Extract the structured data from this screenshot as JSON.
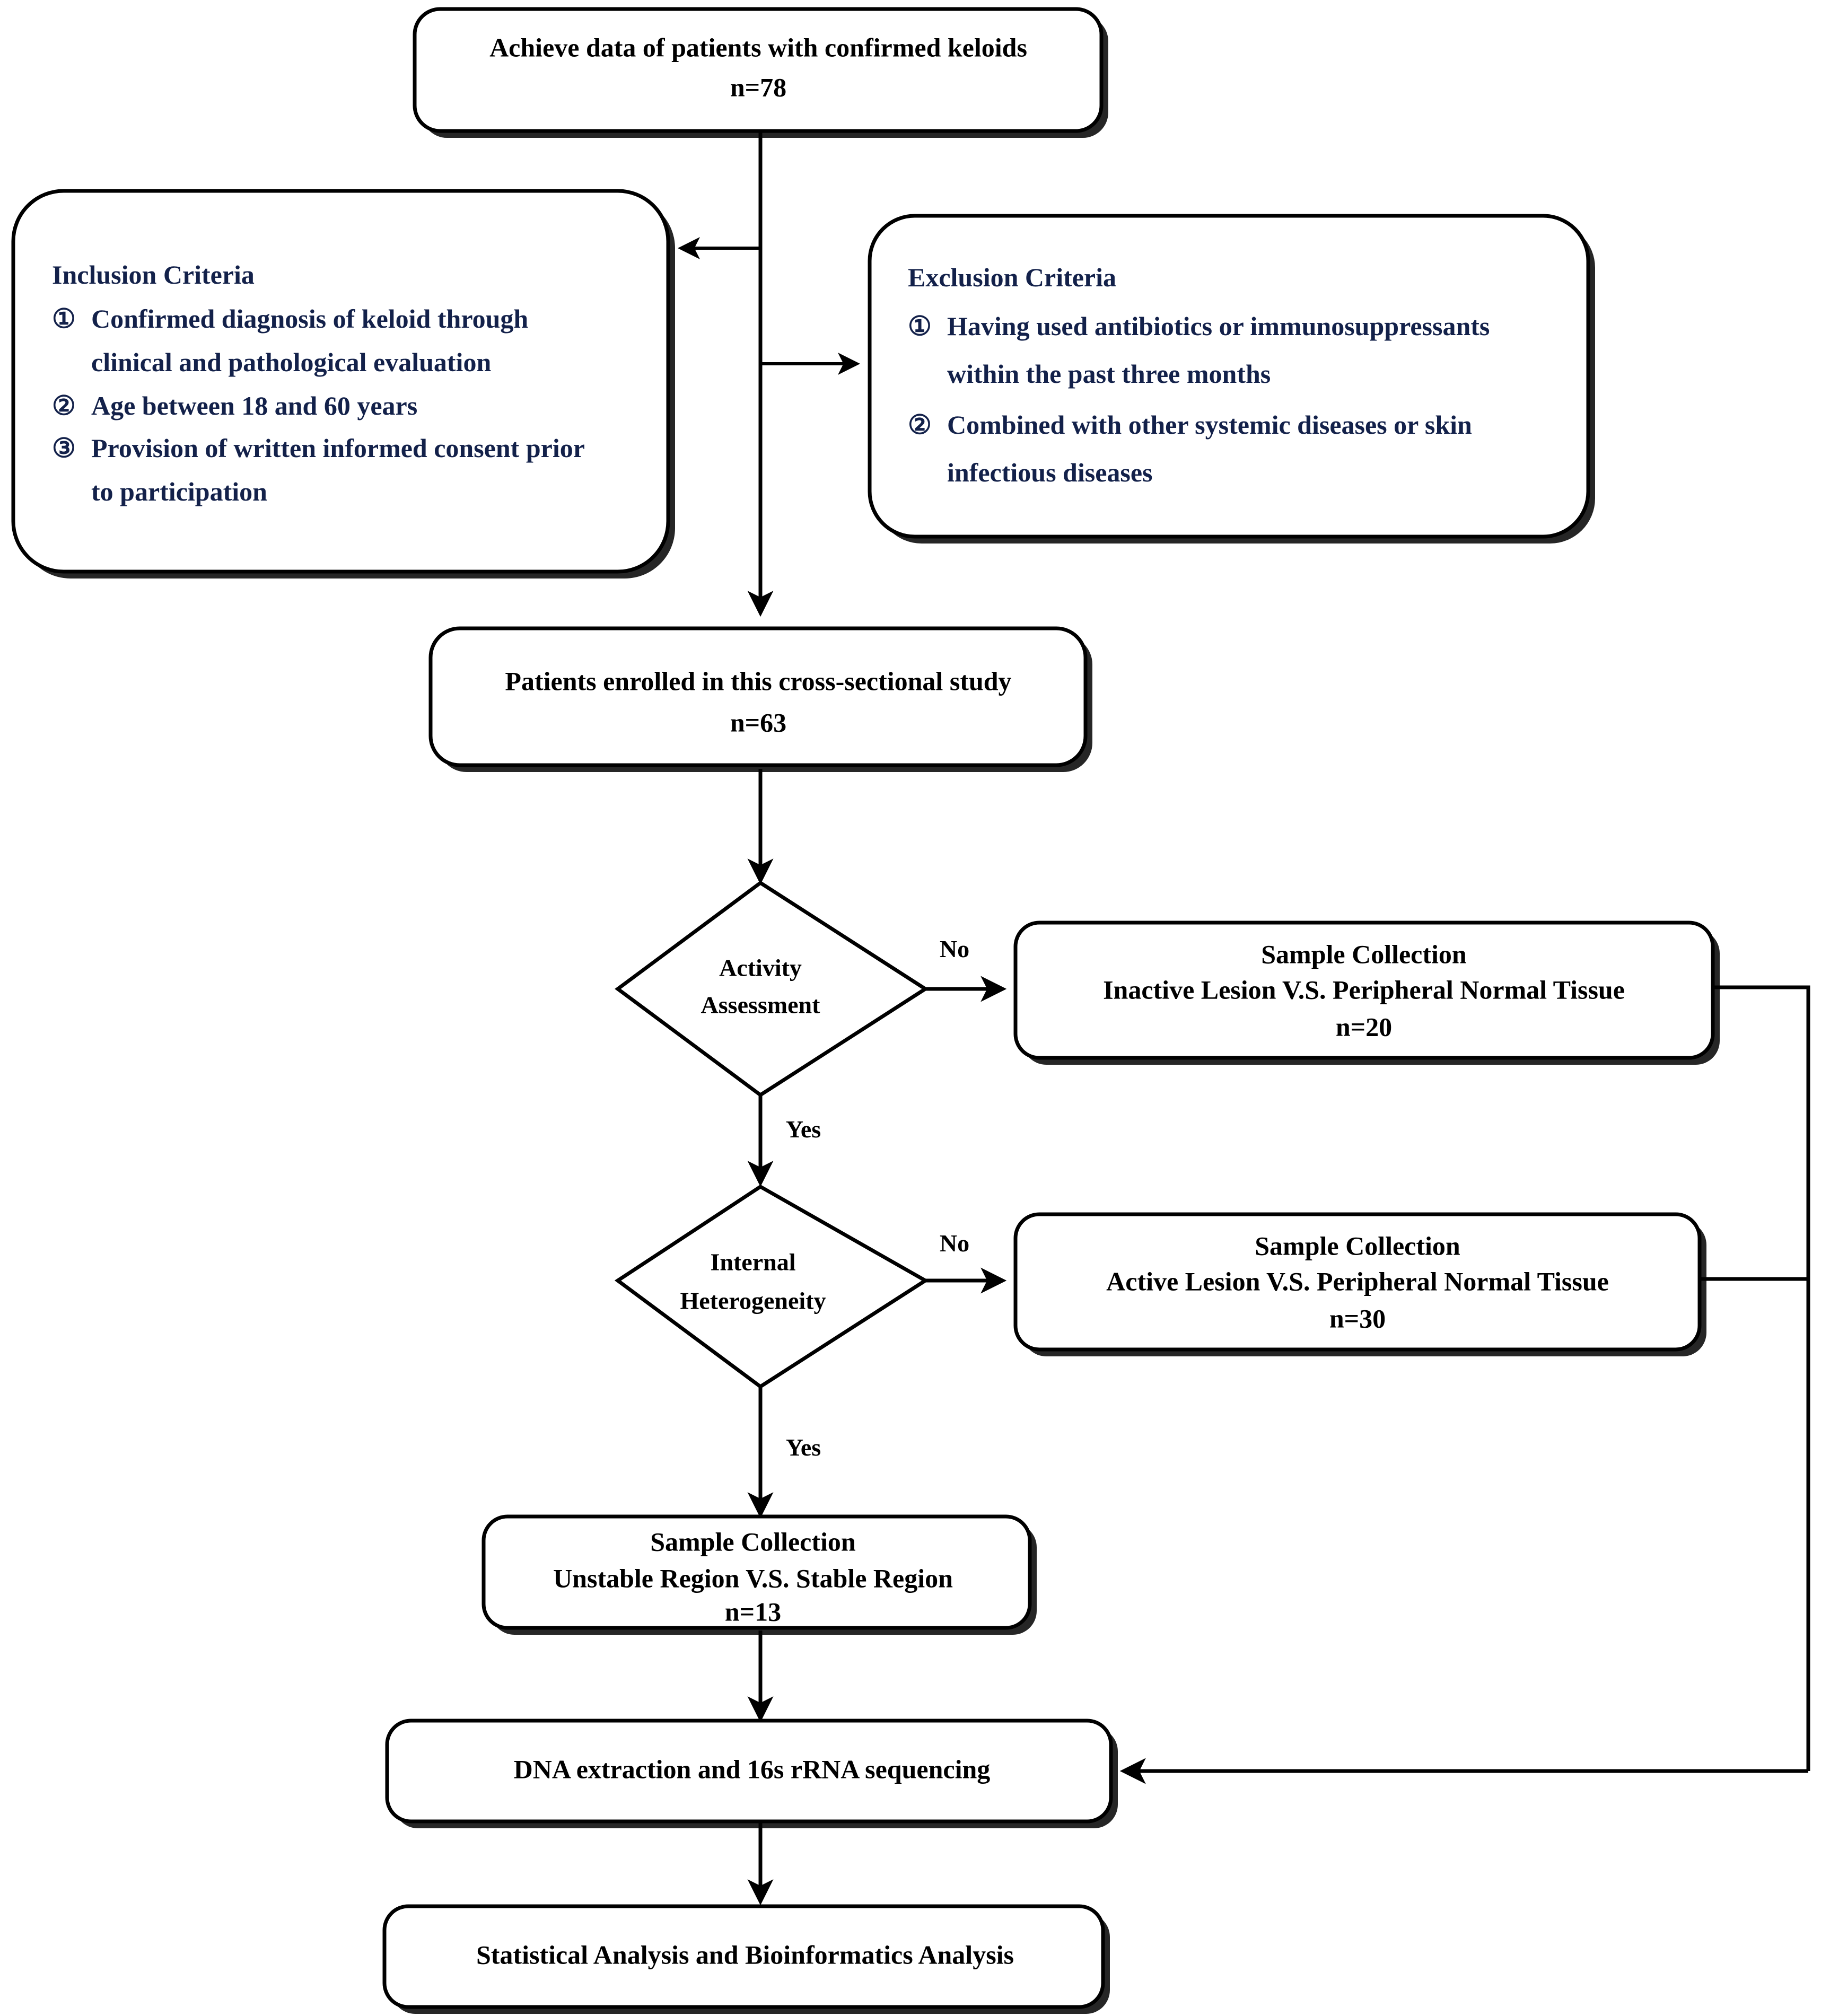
{
  "diagram": {
    "type": "flowchart",
    "title": "Study enrollment and sampling flowchart",
    "colors": {
      "stroke": "#000000",
      "box_fill": "#ffffff",
      "criteria_text": "#13214a",
      "node_text": "#000000"
    }
  },
  "nodes": {
    "source": {
      "line1": "Achieve data of patients with confirmed keloids",
      "line2": "n=78"
    },
    "inclusion": {
      "heading": "Inclusion Criteria",
      "items": [
        {
          "marker": "①",
          "line1": "Confirmed diagnosis of keloid through",
          "line2": "clinical and pathological evaluation"
        },
        {
          "marker": "②",
          "line1": "Age between 18 and 60 years",
          "line2": ""
        },
        {
          "marker": "③",
          "line1": "Provision of written informed consent prior",
          "line2": "to participation"
        }
      ]
    },
    "exclusion": {
      "heading": "Exclusion Criteria",
      "items": [
        {
          "marker": "①",
          "line1": "Having used antibiotics or immunosuppressants",
          "line2": "within the past three months"
        },
        {
          "marker": "②",
          "line1": "Combined with other systemic diseases or skin",
          "line2": "infectious diseases"
        }
      ]
    },
    "enrolled": {
      "line1": "Patients enrolled in this cross-sectional study",
      "line2": "n=63"
    },
    "activity_assessment": {
      "line1": "Activity",
      "line2": "Assessment"
    },
    "internal_heterogeneity": {
      "line1": "Internal",
      "line2": "Heterogeneity"
    },
    "sample_inactive": {
      "line1": "Sample Collection",
      "line2": "Inactive Lesion V.S. Peripheral Normal Tissue",
      "line3": "n=20"
    },
    "sample_active": {
      "line1": "Sample Collection",
      "line2": "Active Lesion V.S. Peripheral Normal Tissue",
      "line3": "n=30"
    },
    "sample_unstable": {
      "line1": "Sample Collection",
      "line2": "Unstable Region V.S. Stable Region",
      "line3": "n=13"
    },
    "dna_extraction": {
      "line1": "DNA extraction and 16s rRNA sequencing"
    },
    "statistical_analysis": {
      "line1": "Statistical Analysis and Bioinformatics Analysis"
    }
  },
  "edge_labels": {
    "activity_no": "No",
    "activity_yes": "Yes",
    "heterogeneity_no": "No",
    "heterogeneity_yes": "Yes"
  }
}
